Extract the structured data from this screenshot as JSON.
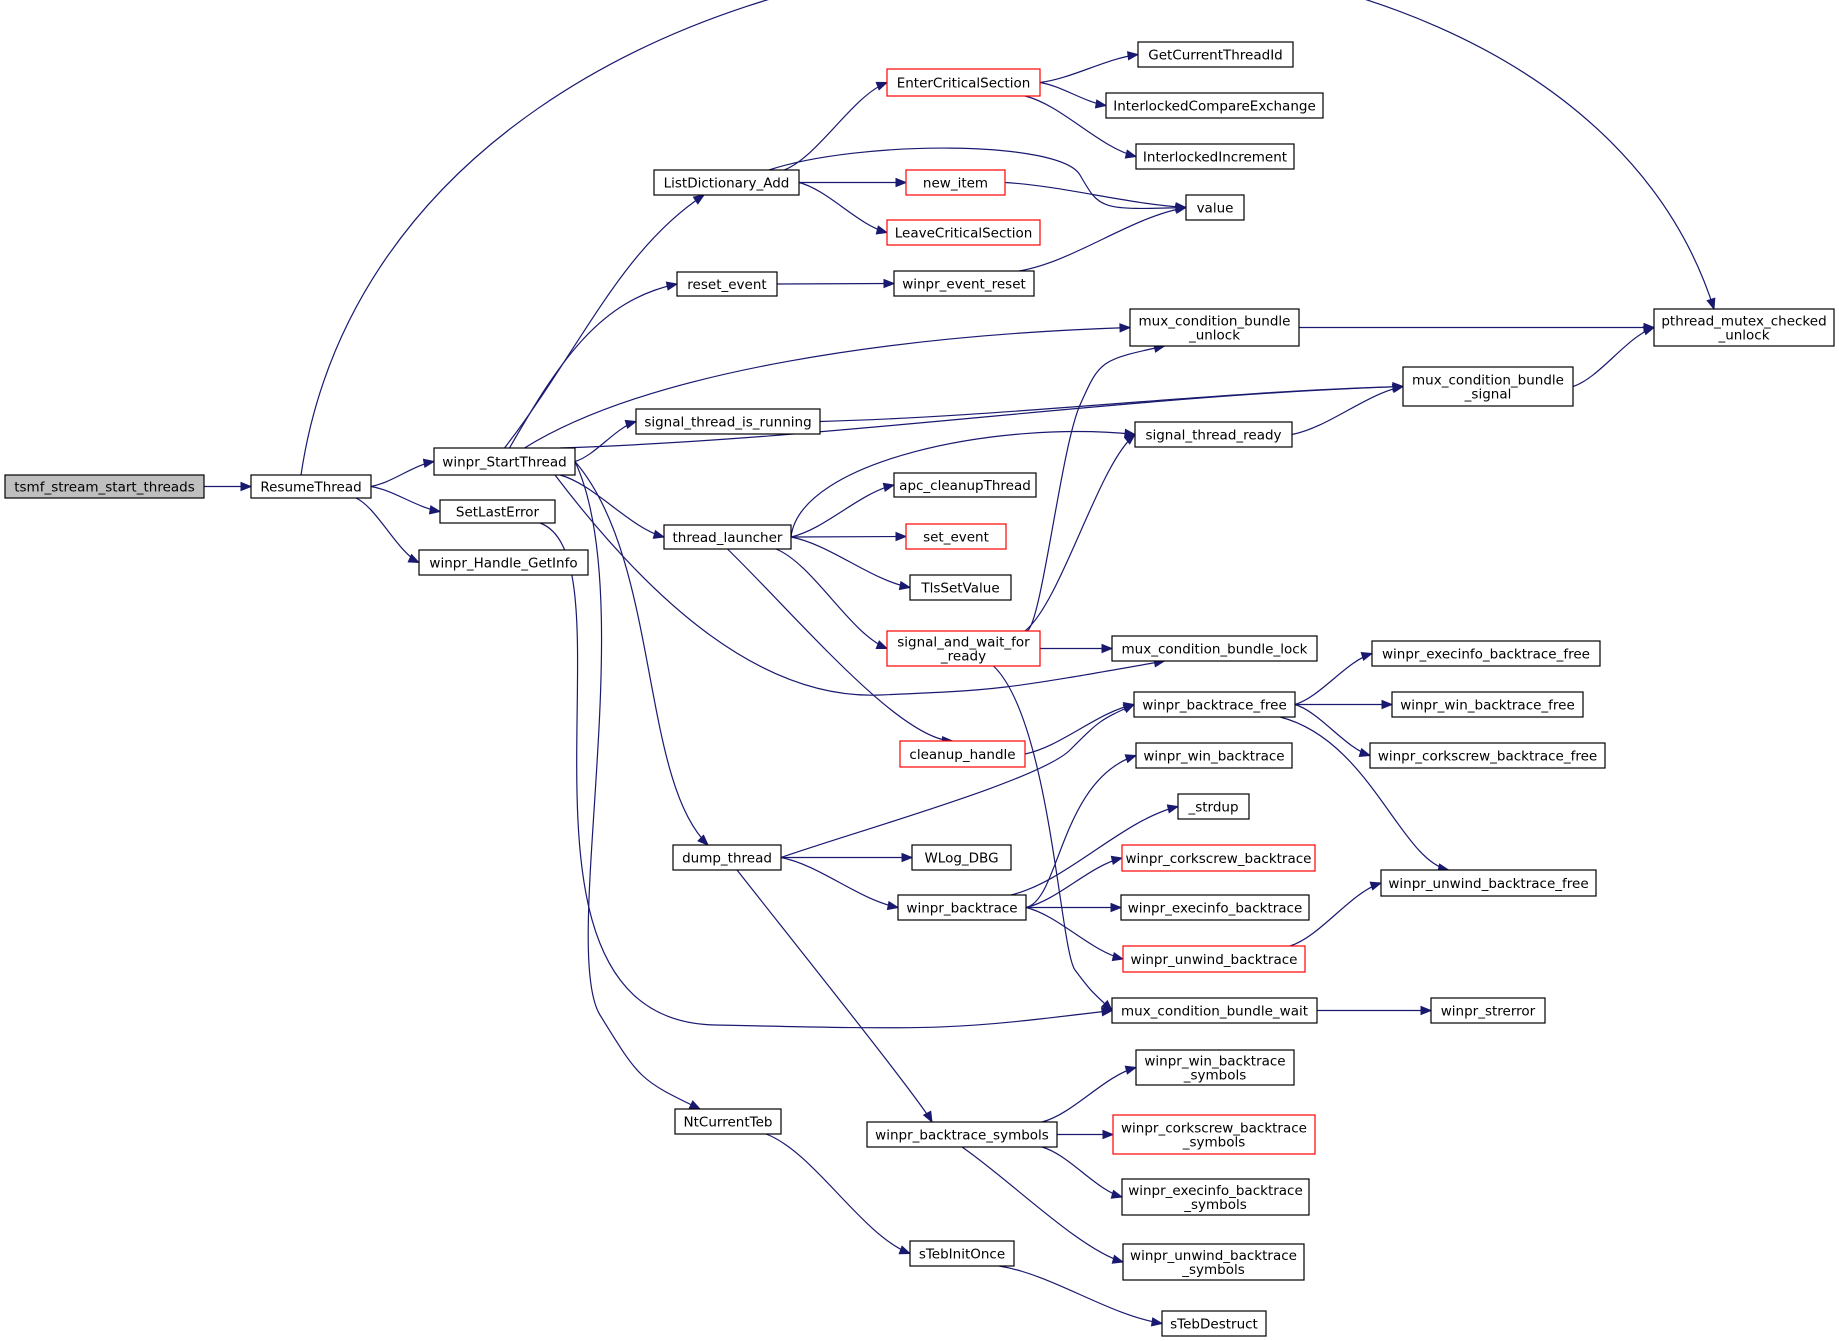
{
  "graph": {
    "colors": {
      "edge": "#191970",
      "box_border": "#000000",
      "truncated_border": "#ff0000",
      "root_fill": "#bfbfbf"
    },
    "nodes": [
      {
        "id": "tsmf",
        "lines": [
          "tsmf_stream_start_threads"
        ],
        "style": "root"
      },
      {
        "id": "resume",
        "lines": [
          "ResumeThread"
        ],
        "style": "normal"
      },
      {
        "id": "startthread",
        "lines": [
          "winpr_StartThread"
        ],
        "style": "normal"
      },
      {
        "id": "setlasterror",
        "lines": [
          "SetLastError"
        ],
        "style": "normal"
      },
      {
        "id": "handlegetinfo",
        "lines": [
          "winpr_Handle_GetInfo"
        ],
        "style": "normal"
      },
      {
        "id": "listdict",
        "lines": [
          "ListDictionary_Add"
        ],
        "style": "normal"
      },
      {
        "id": "resetevent",
        "lines": [
          "reset_event"
        ],
        "style": "normal"
      },
      {
        "id": "sigrunning",
        "lines": [
          "signal_thread_is_running"
        ],
        "style": "normal"
      },
      {
        "id": "launcher",
        "lines": [
          "thread_launcher"
        ],
        "style": "normal"
      },
      {
        "id": "dumpthread",
        "lines": [
          "dump_thread"
        ],
        "style": "normal"
      },
      {
        "id": "ntteb",
        "lines": [
          "NtCurrentTeb"
        ],
        "style": "normal"
      },
      {
        "id": "entercs",
        "lines": [
          "EnterCriticalSection"
        ],
        "style": "red"
      },
      {
        "id": "newitem",
        "lines": [
          "new_item"
        ],
        "style": "red"
      },
      {
        "id": "leavecs",
        "lines": [
          "LeaveCriticalSection"
        ],
        "style": "red"
      },
      {
        "id": "evreset",
        "lines": [
          "winpr_event_reset"
        ],
        "style": "normal"
      },
      {
        "id": "apccleanup",
        "lines": [
          "apc_cleanupThread"
        ],
        "style": "normal"
      },
      {
        "id": "setevent",
        "lines": [
          "set_event"
        ],
        "style": "red"
      },
      {
        "id": "tlsset",
        "lines": [
          "TlsSetValue"
        ],
        "style": "normal"
      },
      {
        "id": "sigwait",
        "lines": [
          "signal_and_wait_for",
          "_ready"
        ],
        "style": "red"
      },
      {
        "id": "cleanup",
        "lines": [
          "cleanup_handle"
        ],
        "style": "red"
      },
      {
        "id": "wlog",
        "lines": [
          "WLog_DBG"
        ],
        "style": "normal"
      },
      {
        "id": "backtrace",
        "lines": [
          "winpr_backtrace"
        ],
        "style": "normal"
      },
      {
        "id": "btsymbols",
        "lines": [
          "winpr_backtrace_symbols"
        ],
        "style": "normal"
      },
      {
        "id": "tebinit",
        "lines": [
          "sTebInitOnce"
        ],
        "style": "normal"
      },
      {
        "id": "getcurtid",
        "lines": [
          "GetCurrentThreadId"
        ],
        "style": "normal"
      },
      {
        "id": "ilcmpx",
        "lines": [
          "InterlockedCompareExchange"
        ],
        "style": "normal"
      },
      {
        "id": "ilinc",
        "lines": [
          "InterlockedIncrement"
        ],
        "style": "normal"
      },
      {
        "id": "value",
        "lines": [
          "value"
        ],
        "style": "normal"
      },
      {
        "id": "mcbunlock",
        "lines": [
          "mux_condition_bundle",
          "_unlock"
        ],
        "style": "normal"
      },
      {
        "id": "sigready",
        "lines": [
          "signal_thread_ready"
        ],
        "style": "normal"
      },
      {
        "id": "mcblock",
        "lines": [
          "mux_condition_bundle_lock"
        ],
        "style": "normal"
      },
      {
        "id": "btfree",
        "lines": [
          "winpr_backtrace_free"
        ],
        "style": "normal"
      },
      {
        "id": "winbt",
        "lines": [
          "winpr_win_backtrace"
        ],
        "style": "normal"
      },
      {
        "id": "strdup",
        "lines": [
          "_strdup"
        ],
        "style": "normal"
      },
      {
        "id": "corkbt",
        "lines": [
          "winpr_corkscrew_backtrace"
        ],
        "style": "red"
      },
      {
        "id": "execbt",
        "lines": [
          "winpr_execinfo_backtrace"
        ],
        "style": "normal"
      },
      {
        "id": "unwindbt",
        "lines": [
          "winpr_unwind_backtrace"
        ],
        "style": "red"
      },
      {
        "id": "mcbwait",
        "lines": [
          "mux_condition_bundle_wait"
        ],
        "style": "normal"
      },
      {
        "id": "winsym",
        "lines": [
          "winpr_win_backtrace",
          "_symbols"
        ],
        "style": "normal"
      },
      {
        "id": "corksym",
        "lines": [
          "winpr_corkscrew_backtrace",
          "_symbols"
        ],
        "style": "red"
      },
      {
        "id": "execsym",
        "lines": [
          "winpr_execinfo_backtrace",
          "_symbols"
        ],
        "style": "normal"
      },
      {
        "id": "unwindsym",
        "lines": [
          "winpr_unwind_backtrace",
          "_symbols"
        ],
        "style": "normal"
      },
      {
        "id": "tebdestruct",
        "lines": [
          "sTebDestruct"
        ],
        "style": "normal"
      },
      {
        "id": "mcbsignal",
        "lines": [
          "mux_condition_bundle",
          "_signal"
        ],
        "style": "normal"
      },
      {
        "id": "execfree",
        "lines": [
          "winpr_execinfo_backtrace_free"
        ],
        "style": "normal"
      },
      {
        "id": "winfree",
        "lines": [
          "winpr_win_backtrace_free"
        ],
        "style": "normal"
      },
      {
        "id": "corkfree",
        "lines": [
          "winpr_corkscrew_backtrace_free"
        ],
        "style": "normal"
      },
      {
        "id": "unwindfree",
        "lines": [
          "winpr_unwind_backtrace_free"
        ],
        "style": "normal"
      },
      {
        "id": "strerror",
        "lines": [
          "winpr_strerror"
        ],
        "style": "normal"
      },
      {
        "id": "pmcu",
        "lines": [
          "pthread_mutex_checked",
          "_unlock"
        ],
        "style": "normal"
      }
    ],
    "edges": [
      [
        "tsmf",
        "resume"
      ],
      [
        "resume",
        "startthread"
      ],
      [
        "resume",
        "setlasterror"
      ],
      [
        "resume",
        "handlegetinfo"
      ],
      [
        "resume",
        "pmcu"
      ],
      [
        "startthread",
        "listdict"
      ],
      [
        "startthread",
        "resetevent"
      ],
      [
        "startthread",
        "sigrunning"
      ],
      [
        "startthread",
        "launcher"
      ],
      [
        "startthread",
        "dumpthread"
      ],
      [
        "startthread",
        "ntteb"
      ],
      [
        "startthread",
        "mcbunlock"
      ],
      [
        "startthread",
        "mcbsignal"
      ],
      [
        "startthread",
        "mcblock"
      ],
      [
        "setlasterror",
        "mcbwait"
      ],
      [
        "listdict",
        "entercs"
      ],
      [
        "listdict",
        "newitem"
      ],
      [
        "listdict",
        "leavecs"
      ],
      [
        "listdict",
        "value"
      ],
      [
        "resetevent",
        "evreset"
      ],
      [
        "sigrunning",
        "mcbsignal"
      ],
      [
        "launcher",
        "sigready"
      ],
      [
        "launcher",
        "apccleanup"
      ],
      [
        "launcher",
        "setevent"
      ],
      [
        "launcher",
        "tlsset"
      ],
      [
        "launcher",
        "sigwait"
      ],
      [
        "launcher",
        "cleanup"
      ],
      [
        "dumpthread",
        "btfree"
      ],
      [
        "dumpthread",
        "wlog"
      ],
      [
        "dumpthread",
        "backtrace"
      ],
      [
        "dumpthread",
        "btsymbols"
      ],
      [
        "ntteb",
        "tebinit"
      ],
      [
        "entercs",
        "getcurtid"
      ],
      [
        "entercs",
        "ilcmpx"
      ],
      [
        "entercs",
        "ilinc"
      ],
      [
        "newitem",
        "value"
      ],
      [
        "evreset",
        "value"
      ],
      [
        "sigwait",
        "mcbunlock"
      ],
      [
        "sigwait",
        "sigready"
      ],
      [
        "sigwait",
        "mcblock"
      ],
      [
        "sigwait",
        "mcbwait"
      ],
      [
        "cleanup",
        "btfree"
      ],
      [
        "backtrace",
        "winbt"
      ],
      [
        "backtrace",
        "strdup"
      ],
      [
        "backtrace",
        "corkbt"
      ],
      [
        "backtrace",
        "execbt"
      ],
      [
        "backtrace",
        "unwindbt"
      ],
      [
        "btsymbols",
        "winsym"
      ],
      [
        "btsymbols",
        "corksym"
      ],
      [
        "btsymbols",
        "execsym"
      ],
      [
        "btsymbols",
        "unwindsym"
      ],
      [
        "tebinit",
        "tebdestruct"
      ],
      [
        "mcbunlock",
        "pmcu"
      ],
      [
        "sigready",
        "mcbsignal"
      ],
      [
        "mcbsignal",
        "pmcu"
      ],
      [
        "btfree",
        "execfree"
      ],
      [
        "btfree",
        "winfree"
      ],
      [
        "btfree",
        "corkfree"
      ],
      [
        "btfree",
        "unwindfree"
      ],
      [
        "unwindbt",
        "unwindfree"
      ],
      [
        "mcbwait",
        "strerror"
      ]
    ]
  }
}
